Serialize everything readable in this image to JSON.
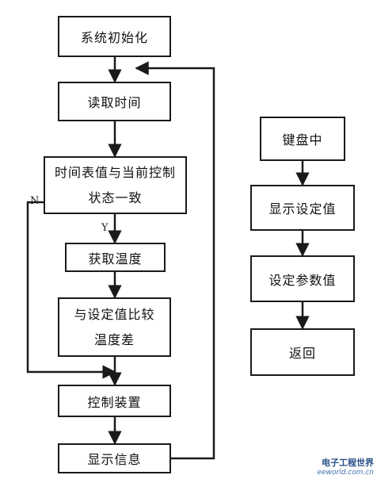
{
  "flowchart": {
    "main": {
      "init": "系统初始化",
      "read_time": "读取时间",
      "decision_line1": "时间表值与当前控制",
      "decision_line2": "状态一致",
      "get_temp": "获取温度",
      "compare_line1": "与设定值比较",
      "compare_line2": "温度差",
      "control": "控制装置",
      "display": "显示信息"
    },
    "interrupt": {
      "keyboard": "键盘中",
      "show_setpoint": "显示设定值",
      "set_params": "设定参数值",
      "return": "返回"
    },
    "labels": {
      "no": "N",
      "yes": "Y"
    }
  },
  "watermark": {
    "title": "电子工程世界",
    "url": "eeworld.com.cn"
  }
}
